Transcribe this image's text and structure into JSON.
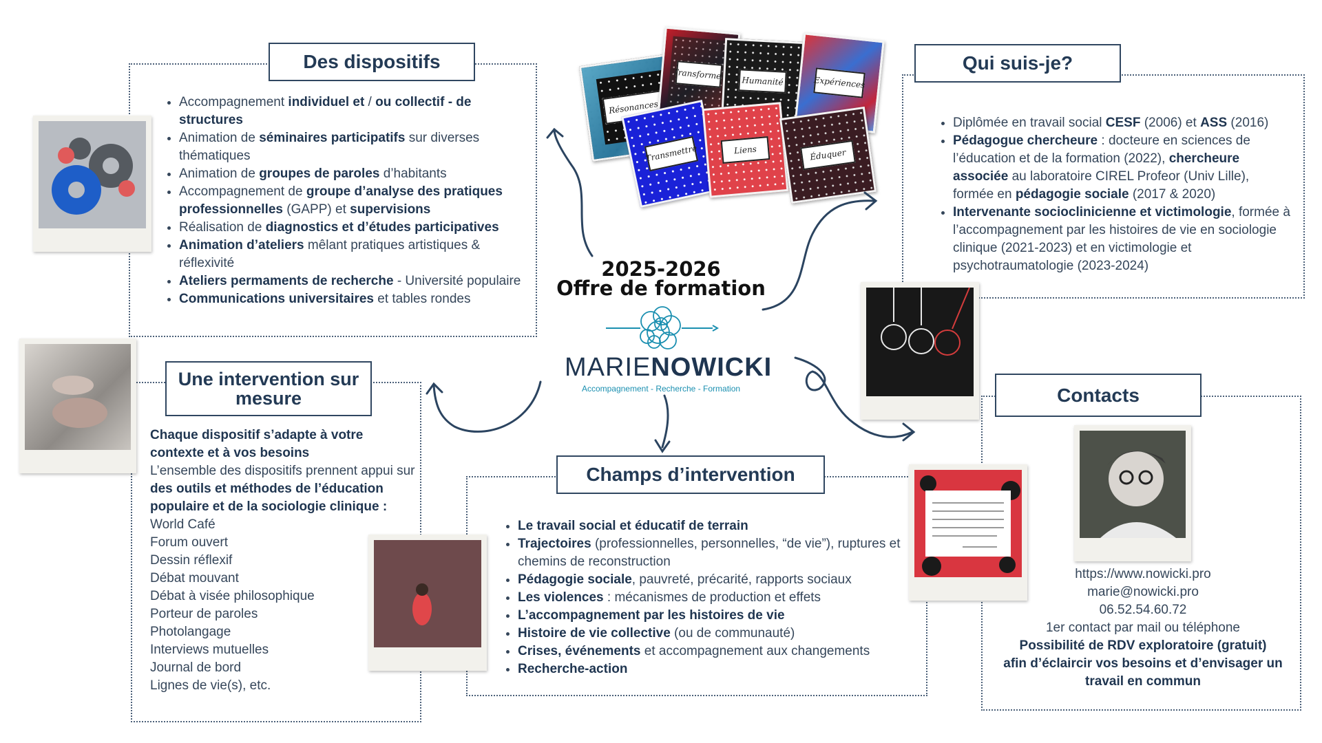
{
  "center": {
    "year": "2025-2026",
    "title": "Offre de formation",
    "brand_first": "MARIE",
    "brand_last": "NOWICKI",
    "tagline": "Accompagnement - Recherche - Formation",
    "cards": [
      "Résonances",
      "Transformer",
      "Humanité",
      "Expériences",
      "Transmettre",
      "Liens",
      "Éduquer"
    ]
  },
  "dispositifs": {
    "title": "Des dispositifs",
    "items": [
      {
        "a": "Accompagnement ",
        "b": "individuel et",
        "c": " / ",
        "d": "ou collectif - de structures",
        "e": ""
      },
      {
        "a": "Animation de ",
        "b": "séminaires participatifs",
        "c": " sur diverses thématiques",
        "d": "",
        "e": ""
      },
      {
        "a": "Animation de ",
        "b": "groupes de paroles",
        "c": " d’habitants",
        "d": "",
        "e": ""
      },
      {
        "a": "Accompagnement de ",
        "b": "groupe d’analyse des pratiques professionnelles",
        "c": " (GAPP) et ",
        "d": "supervisions",
        "e": ""
      },
      {
        "a": "Réalisation de ",
        "b": "diagnostics et d’études participatives",
        "c": "",
        "d": "",
        "e": ""
      },
      {
        "a": "",
        "b": "Animation d’ateliers",
        "c": " mêlant pratiques artistiques & réflexivité",
        "d": "",
        "e": ""
      },
      {
        "a": "",
        "b": "Ateliers permaments de recherche",
        "c": " - Université populaire",
        "d": "",
        "e": ""
      },
      {
        "a": "",
        "b": "Communications universitaires",
        "c": " et tables rondes",
        "d": "",
        "e": ""
      }
    ]
  },
  "qui": {
    "title": "Qui suis-je?",
    "items": [
      {
        "a": "Diplômée en travail social ",
        "b": "CESF",
        "c": " (2006) et ",
        "d": "ASS",
        "e": " (2016)"
      },
      {
        "a": "",
        "b": "Pédagogue chercheure",
        "c": " :  docteure en sciences de l’éducation et de la formation (2022), ",
        "d": "chercheure associée",
        "e": " au laboratoire CIREL Profeor (Univ Lille), formée en "
      },
      {
        "a": "",
        "b": "Intervenante socioclinicienne et victimologie",
        "c": ", formée à l’accompagnement par les histoires de vie en sociologie clinique (2021-2023) et en victimologie et psychotraumatologie (2023-2024)",
        "d": "",
        "e": ""
      }
    ],
    "item2_tail_bold": "pédagogie sociale",
    "item2_tail": " (2017 & 2020)"
  },
  "mesure": {
    "title": "Une intervention sur mesure",
    "lead_bold": "Chaque dispositif s’adapte à votre contexte et à vos besoins",
    "text1": "L’ensemble des dispositifs prennent appui sur ",
    "text1_bold": "des outils et méthodes de l’éducation populaire et de la sociologie clinique :",
    "methods": [
      "World Café",
      "Forum ouvert",
      "Dessin réflexif",
      "Débat mouvant",
      "Débat à visée philosophique",
      "Porteur de paroles",
      "Photolangage",
      "Interviews mutuelles",
      "Journal de bord",
      "Lignes de vie(s), etc."
    ]
  },
  "champs": {
    "title": "Champs d’intervention",
    "items": [
      {
        "b": "Le travail social et éducatif de terrain",
        "c": ""
      },
      {
        "b": "Trajectoires",
        "c": " (professionnelles, personnelles, “de vie”), ruptures et chemins de reconstruction"
      },
      {
        "b": "Pédagogie sociale",
        "c": ", pauvreté, précarité, rapports sociaux"
      },
      {
        "b": "Les violences",
        "c": " : mécanismes de production et effets"
      },
      {
        "b": "L’accompagnement par les histoires de vie",
        "c": ""
      },
      {
        "b": "Histoire de vie collective",
        "c": " (ou de communauté)"
      },
      {
        "b": "Crises, événements",
        "c": " et accompagnement aux changements"
      },
      {
        "b": "Recherche-action",
        "c": ""
      }
    ]
  },
  "contacts": {
    "title": "Contacts",
    "website": "https://www.nowicki.pro",
    "email": "marie@nowicki.pro",
    "phone": "06.52.54.60.72",
    "note": "1er contact par mail ou téléphone",
    "rdv_a": "Possibilité de RDV exploratoire (",
    "rdv_b": "gratuit",
    "rdv_c": ")",
    "rdv_d": "afin d’éclaircir vos besoins et d’envisager un travail en commun"
  },
  "colors": {
    "navy": "#233a55",
    "teal": "#1a8fb0",
    "accent_red": "#d43c3c"
  }
}
